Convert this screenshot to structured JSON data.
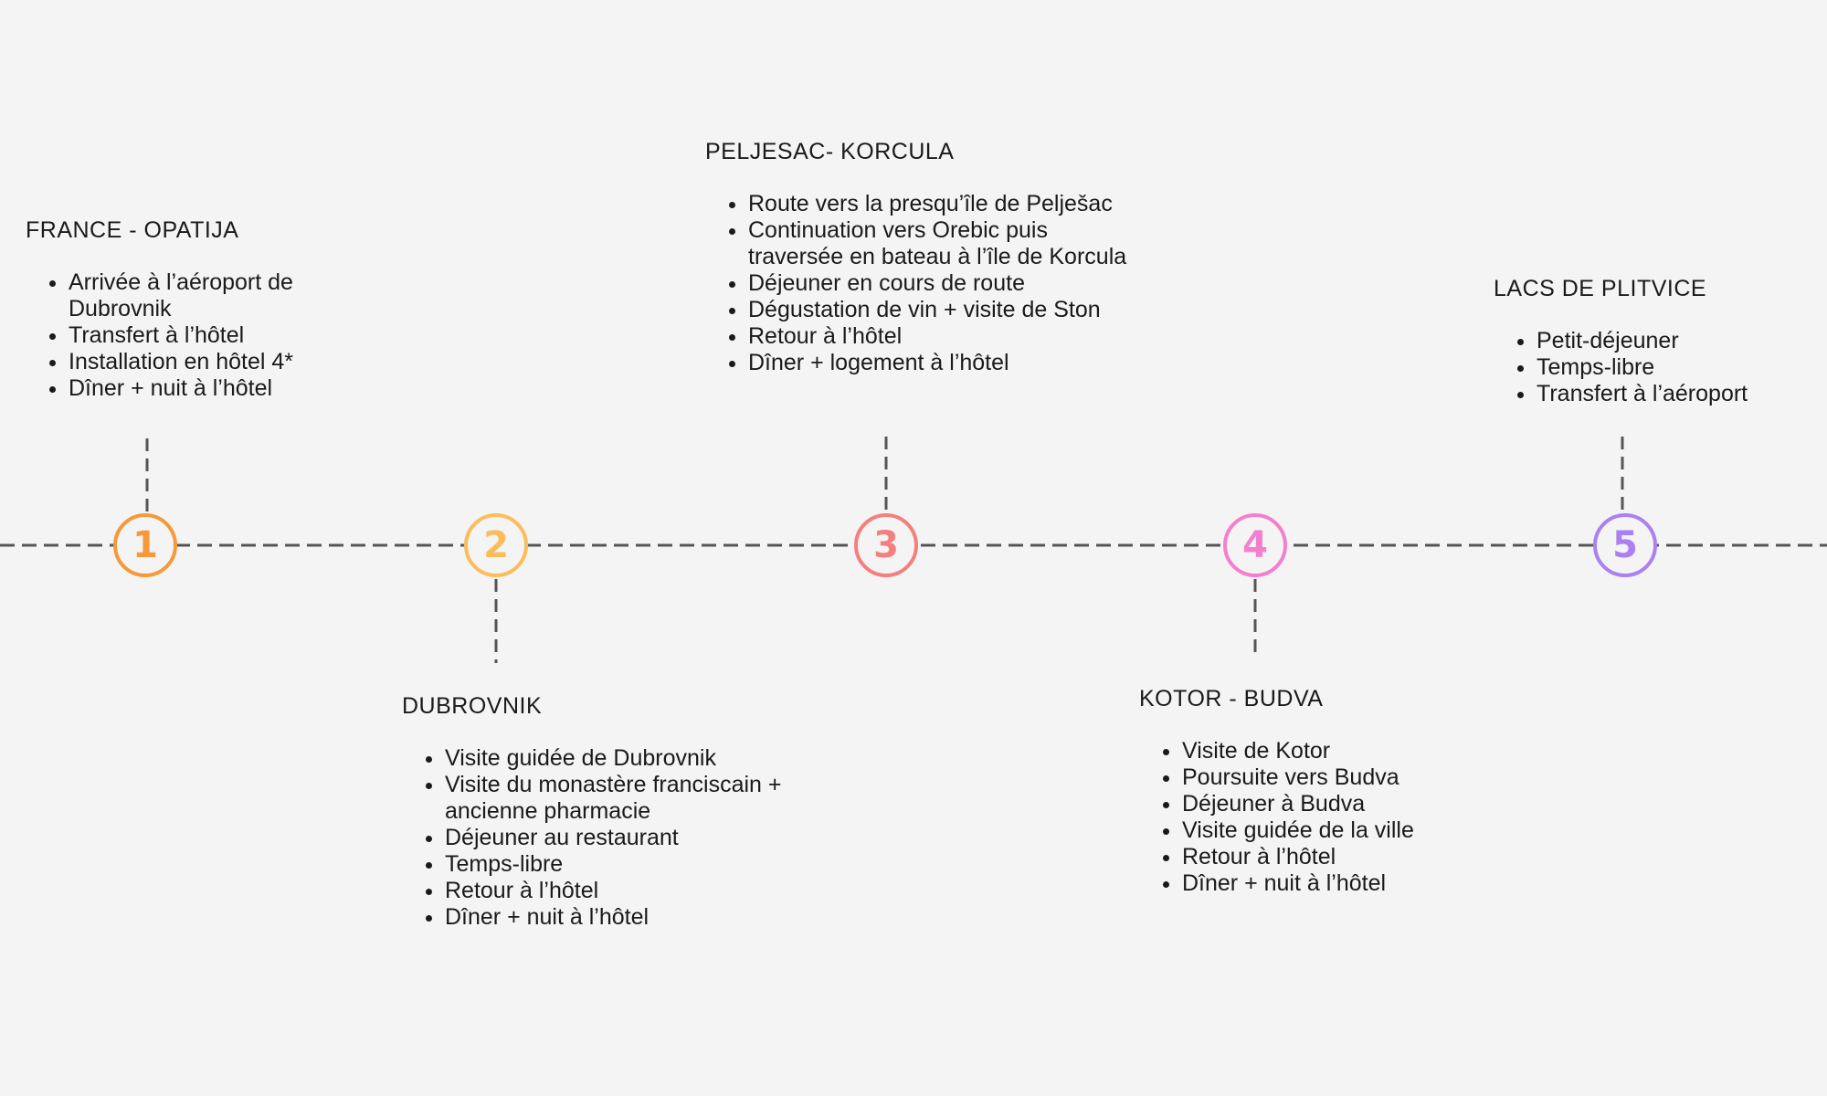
{
  "colors": {
    "step1": "#f5993a",
    "step2": "#fbbd5c",
    "step3": "#f47f7f",
    "step4": "#f57fcf",
    "step5": "#ab80f2",
    "line": "#555555",
    "background": "#f4f4f4"
  },
  "steps": [
    {
      "number": "1",
      "title": "FRANCE -  OPATIJA",
      "items": [
        "Arrivée à l’aéroport de Dubrovnik",
        "Transfert à l’hôtel",
        "Installation en hôtel 4*",
        "Dîner + nuit à l’hôtel"
      ]
    },
    {
      "number": "2",
      "title": "DUBROVNIK",
      "items": [
        "Visite guidée de Dubrovnik",
        "Visite du monastère franciscain + ancienne pharmacie",
        "Déjeuner au restaurant",
        "Temps-libre",
        "Retour à l’hôtel",
        "Dîner + nuit à l’hôtel"
      ]
    },
    {
      "number": "3",
      "title": "PELJESAC- KORCULA",
      "items": [
        "Route vers la presqu’île de Pelješac",
        "Continuation vers Orebic puis traversée en bateau à l’île de Korcula",
        "Déjeuner en cours de route",
        "Dégustation de vin + visite de Ston",
        "Retour à l’hôtel",
        "Dîner + logement à l’hôtel"
      ]
    },
    {
      "number": "4",
      "title": "KOTOR - BUDVA",
      "items": [
        "Visite de Kotor",
        "Poursuite vers Budva",
        "Déjeuner à Budva",
        "Visite guidée de la ville",
        "Retour à l’hôtel",
        "Dîner + nuit à l’hôtel"
      ]
    },
    {
      "number": "5",
      "title": "LACS DE PLITVICE",
      "items": [
        "Petit-déjeuner",
        "Temps-libre",
        "Transfert à l’aéroport"
      ]
    }
  ]
}
